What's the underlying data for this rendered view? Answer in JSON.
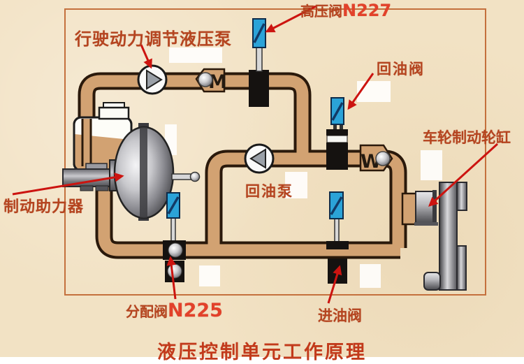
{
  "title": "液压控制单元工作原理",
  "annotations": {
    "high_pressure_valve": {
      "label": "高压阀",
      "code": "N227"
    },
    "drive_hydraulic_pump": {
      "label": "行驶动力调节液压泵"
    },
    "return_valve": {
      "label": "回油阀"
    },
    "return_pump": {
      "label": "回油泵"
    },
    "brake_booster": {
      "label": "制动助力器"
    },
    "wheel_brake_cylinder": {
      "label": "车轮制动轮缸"
    },
    "distribution_valve": {
      "label": "分配阀",
      "code": "N225"
    },
    "inlet_valve": {
      "label": "进油阀"
    }
  },
  "glyphs": {
    "spring_m": "M",
    "spring_w": "W"
  },
  "colors": {
    "background": "#f2e2c4",
    "pipe_fill": "#d2a272",
    "pipe_outline": "#2a190b",
    "valve_blue": "#2ba3d8",
    "component_black": "#151210",
    "label_red": "#b5441f",
    "code_red": "#e2412a",
    "arrow_red": "#cc1410",
    "border": "#c4703d"
  }
}
